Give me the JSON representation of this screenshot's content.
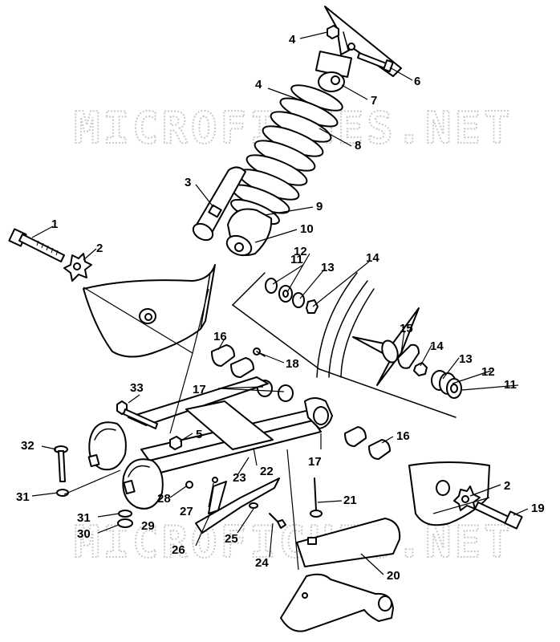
{
  "diagram": {
    "watermark_text": "MICROFICHES.NET",
    "callouts": [
      "1",
      "2",
      "3",
      "4",
      "5",
      "6",
      "7",
      "8",
      "9",
      "10",
      "11",
      "12",
      "13",
      "14",
      "16",
      "18",
      "15",
      "14",
      "13",
      "12",
      "11",
      "17",
      "33",
      "5",
      "32",
      "31",
      "31",
      "30",
      "28",
      "27",
      "29",
      "23",
      "22",
      "26",
      "25",
      "24",
      "21",
      "20",
      "17",
      "16",
      "2",
      "19"
    ]
  }
}
